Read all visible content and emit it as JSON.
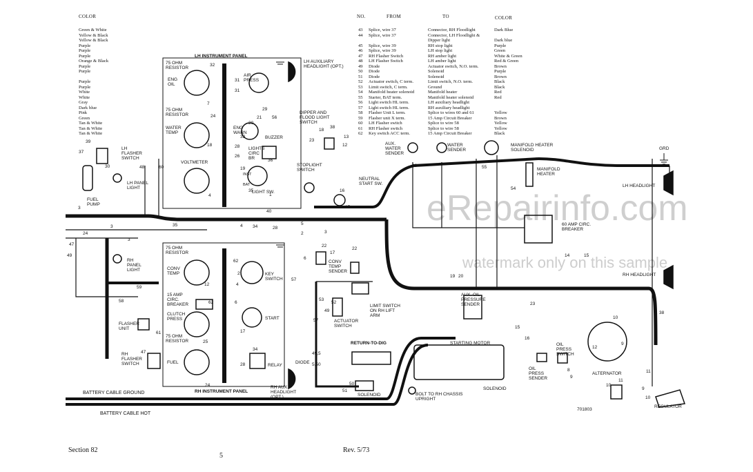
{
  "legend": {
    "color_header": "COLOR",
    "no_header": "NO.",
    "from_header": "FROM",
    "to_header": "TO",
    "color2_header": "COLOR",
    "left_colors_a": [
      "Green & White",
      "Yellow & Black",
      "Yellow & Black",
      "Purple",
      "Purple",
      "Purple",
      "Orange & Black",
      "Purple",
      "Purple"
    ],
    "left_colors_b": [
      "Purple",
      "Purple",
      "White",
      "White",
      "Gray",
      "Dark blue",
      "Pink",
      "Green",
      "Tan & White",
      "Tan & White",
      "Tan & White"
    ],
    "rows": [
      {
        "no": "43",
        "from": "Splice, wire 37",
        "to": "Connector, RH Floodlight",
        "color": "Dark Blue"
      },
      {
        "no": "44",
        "from": "Splice, wire 37",
        "to": "Connector, LH Floodlight &",
        "color": ""
      },
      {
        "no": "",
        "from": "",
        "to": "Dipper light",
        "color": "Dark blue"
      },
      {
        "no": "45",
        "from": "Splice, wire 39",
        "to": "RH stop light",
        "color": "Purple"
      },
      {
        "no": "46",
        "from": "Splice, wire 39",
        "to": "LH stop light",
        "color": "Green"
      },
      {
        "no": "47",
        "from": "RH Flasher Switch",
        "to": "RH amber light",
        "color": "White & Green"
      },
      {
        "no": "48",
        "from": "LH Flasher Switch",
        "to": "LH amber light",
        "color": "Red & Green"
      },
      {
        "no": "49",
        "from": "Diode",
        "to": "Actuator switch, N.O. term.",
        "color": "Brown"
      },
      {
        "no": "50",
        "from": "Diode",
        "to": "Solenoid",
        "color": "Purple"
      },
      {
        "no": "51",
        "from": "Diode",
        "to": "Solenoid",
        "color": "Brown"
      },
      {
        "no": "52",
        "from": "Actuator switch, C term.",
        "to": "Limit switch, N.O. term.",
        "color": "Black"
      },
      {
        "no": "53",
        "from": "Limit switch, C term.",
        "to": "Ground",
        "color": "Black"
      },
      {
        "no": "54",
        "from": "Manifold heater solenoid",
        "to": "Manifold heater",
        "color": "Red"
      },
      {
        "no": "55",
        "from": "Starter, BAT term.",
        "to": "Manifold heater solenoid",
        "color": "Red"
      },
      {
        "no": "56",
        "from": "Light switch HL term.",
        "to": "LH auxiliary headlight",
        "color": ""
      },
      {
        "no": "57",
        "from": "Light switch HL term.",
        "to": "RH auxiliary headlight",
        "color": ""
      },
      {
        "no": "58",
        "from": "Flasher Unit L term.",
        "to": "Splice to wires 60 and 61",
        "color": "Yellow"
      },
      {
        "no": "59",
        "from": "Flasher unit X term.",
        "to": "15 Amp Circuit Breaker",
        "color": "Brown"
      },
      {
        "no": "60",
        "from": "LH Flasher switch",
        "to": "Splice to wire 58",
        "color": "Yellow"
      },
      {
        "no": "61",
        "from": "RH Flasher switch",
        "to": "Splice to wire 58",
        "color": "Yellow"
      },
      {
        "no": "62",
        "from": "Key switch ACC term.",
        "to": "15 Amp Circuit Breaker",
        "color": "Black"
      }
    ]
  },
  "labels": {
    "lh_panel": "LH INSTRUMENT PANEL",
    "rh_panel": "RH INSTRUMENT PANEL",
    "ohm_resistor_1": "75 OHM RESISTOR",
    "eng_oil": "ENG OIL",
    "air_press": "AIR PRESS",
    "ohm_resistor_2": "75 OHM RESISTOR",
    "water_temp": "WATER TEMP",
    "eng_warn": "ENG WARN",
    "buzzer": "BUZZER",
    "lights_circ_br": "LIGHTS CIRC BR",
    "voltmeter": "VOLTMETER",
    "light_sw": "LIGHT SW.",
    "inst": "INST",
    "bat": "BAT",
    "lh_aux_headlight": "LH AUXILIARY HEADLIGHT (OPT.)",
    "dipper_flood": "DIPPER AND FLOOD LIGHT SWITCH",
    "stoplight_switch": "STOPLIGHT SWITCH",
    "lh_flasher_switch": "LH FLASHER SWITCH",
    "lh_panel_light": "LH PANEL LIGHT",
    "fuel_pump": "FUEL PUMP",
    "neutral_start": "NEUTRAL START SW.",
    "aux_water_sender": "AUX. WATER SENDER",
    "water_sender": "WATER SENDER",
    "manifold_heater_solenoid": "MANIFOLD HEATER SOLENOID",
    "manifold_heater": "MANIFOLD HEATER",
    "grd": "GRD",
    "lh_headlight": "LH HEADLIGHT",
    "rh_headlight": "RH HEADLIGHT",
    "amp60_breaker": "60 AMP CIRC. BREAKER",
    "rh_panel_light": "RH PANEL LIGHT",
    "ohm_resistor_3": "75 OHM RESISTOR",
    "conv_temp": "CONV TEMP",
    "key_switch": "KEY SWITCH",
    "amp15_breaker": "15 AMP CIRC. BREAKER",
    "clutch_press": "CLUTCH PRESS",
    "start": "START",
    "ohm_resistor_4": "75 OHM RESISTOR",
    "fuel": "FUEL",
    "relay": "RELAY",
    "flasher_unit": "FLASHER UNIT",
    "rh_flasher_switch": "RH FLASHER SWITCH",
    "conv_temp_sender": "CONV TEMP SENDER",
    "limit_switch": "LIMIT SWITCH ON RH LIFT ARM",
    "actuator_switch": "ACTUATOR SWITCH",
    "aux_oil_sender": "AUX. OIL PRESSURE SENDER",
    "return_to_dig": "RETURN-TO-DIG",
    "diode": "DIODE",
    "starting_motor": "STARTING MOTOR",
    "oil_press_switch": "OIL PRESS SWITCH",
    "oil_press_sender": "OIL PRESS SENDER",
    "alternator": "ALTERNATOR",
    "rh_aux_headlight": "RH AUX HEADLIGHT (OPT.)",
    "solenoid_1": "SOLENOID",
    "solenoid_2": "SOLENOID",
    "bolt_chassis": "BOLT TO RH CHASSIS UPRIGHT",
    "regulator": "REGULATOR",
    "battery_ground": "BATTERY CABLE GROUND",
    "battery_hot": "BATTERY CABLE HOT",
    "fig_no": "701803"
  },
  "watermark": {
    "site": "eRepairinfo.com",
    "note": "watermark only on this sample"
  },
  "footer": {
    "section": "Section 82",
    "page": "5",
    "rev": "Rev. 5/73"
  }
}
